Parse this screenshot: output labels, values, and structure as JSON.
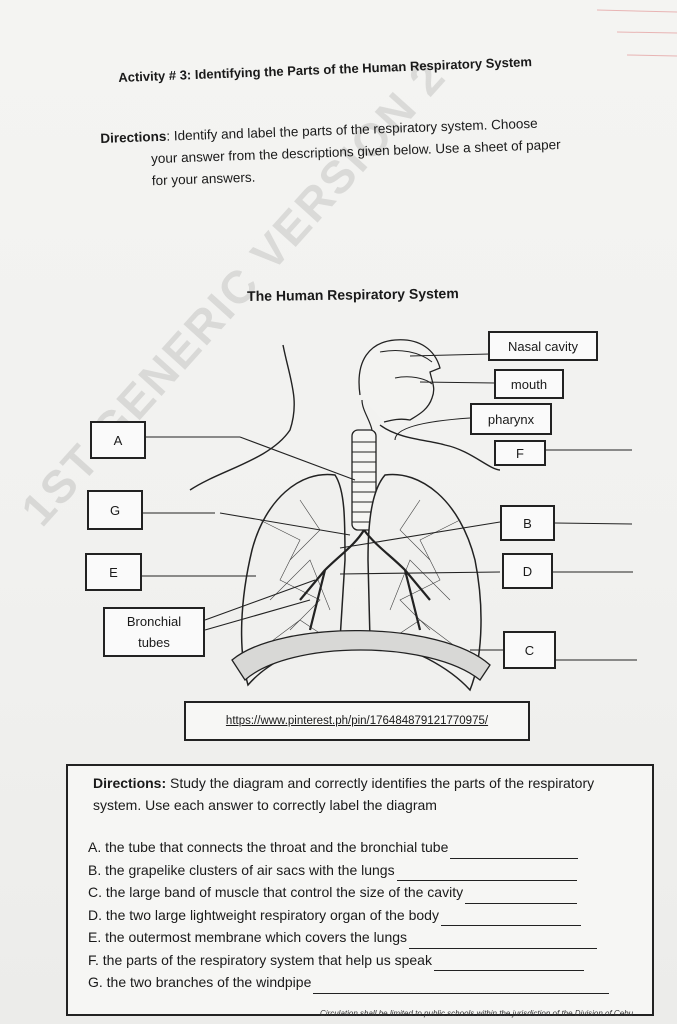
{
  "activity_title": "Activity # 3: Identifying the Parts of the Human Respiratory System",
  "directions_top": {
    "label": "Directions",
    "line1": ": Identify and label the parts of the respiratory system. Choose",
    "line2": "your answer from the descriptions given below. Use a sheet of paper",
    "line3": "for your answers."
  },
  "diagram_title": "The Human Respiratory System",
  "labels": {
    "nasal_cavity": "Nasal cavity",
    "mouth": "mouth",
    "pharynx": "pharynx",
    "F": "F",
    "A": "A",
    "G": "G",
    "B": "B",
    "E": "E",
    "D": "D",
    "bronchial_line1": "Bronchial",
    "bronchial_line2": "tubes",
    "C": "C"
  },
  "source_url": "https://www.pinterest.ph/pin/176484879121770975/",
  "answer_section": {
    "directions_label": "Directions:",
    "directions_text": " Study the diagram and correctly identifies the parts of the respiratory system. Use each answer to correctly label the diagram",
    "items": [
      "A. the tube that connects the throat and the bronchial tube",
      "B. the grapelike clusters of air sacs with the lungs",
      "C. the large band of muscle that control the size of the cavity",
      "D. the two large lightweight respiratory organ of the body",
      "E. the outermost membrane which covers the lungs",
      "F. the parts of the respiratory system that help us speak",
      "G. the two branches of the windpipe"
    ]
  },
  "watermark": "1ST GENERIC VERSION 2",
  "footer": "Circulation shall be limited to public schools within the jurisdiction of the Division of Cebu"
}
